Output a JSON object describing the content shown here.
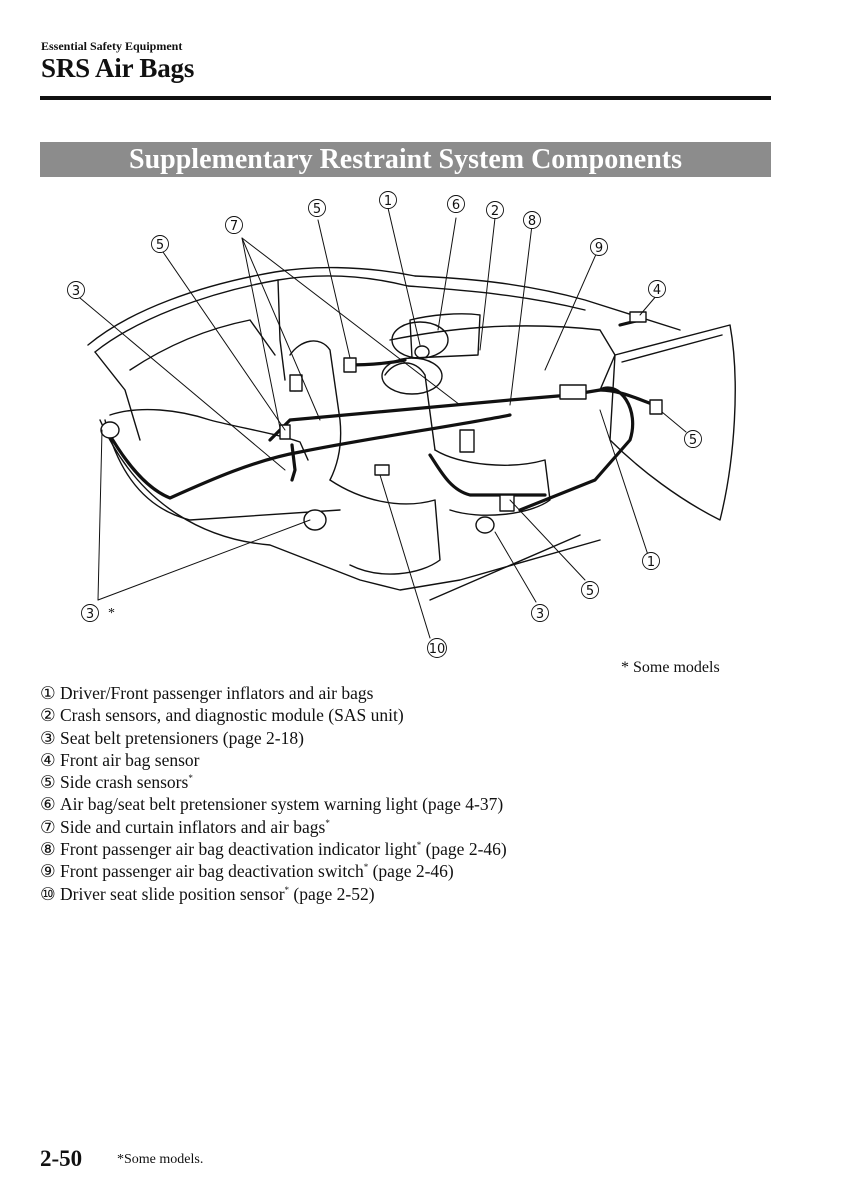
{
  "header": {
    "section": "Essential Safety Equipment",
    "title": "SRS Air Bags"
  },
  "banner": "Supplementary Restraint System Components",
  "diagram": {
    "callouts": [
      "①",
      "②",
      "③",
      "③",
      "③",
      "④",
      "⑤",
      "⑤",
      "⑤",
      "⑤",
      "⑥",
      "⑦",
      "⑧",
      "⑨",
      "⑩"
    ],
    "asterisk": "*"
  },
  "footnote_top": "* Some models",
  "legend": [
    {
      "num": "①",
      "text": "Driver/Front passenger inflators and air bags",
      "asterisk": "",
      "suffix": ""
    },
    {
      "num": "②",
      "text": "Crash sensors, and diagnostic module (SAS unit)",
      "asterisk": "",
      "suffix": ""
    },
    {
      "num": "③",
      "text": "Seat belt pretensioners (page 2-18)",
      "asterisk": "",
      "suffix": ""
    },
    {
      "num": "④",
      "text": "Front air bag sensor",
      "asterisk": "",
      "suffix": ""
    },
    {
      "num": "⑤",
      "text": "Side crash sensors",
      "asterisk": "*",
      "suffix": ""
    },
    {
      "num": "⑥",
      "text": "Air bag/seat belt pretensioner system warning light (page 4-37)",
      "asterisk": "",
      "suffix": ""
    },
    {
      "num": "⑦",
      "text": "Side and curtain inflators and air bags",
      "asterisk": "*",
      "suffix": ""
    },
    {
      "num": "⑧",
      "text": "Front passenger air bag deactivation indicator light",
      "asterisk": "*",
      "suffix": " (page 2-46)"
    },
    {
      "num": "⑨",
      "text": "Front passenger air bag deactivation switch",
      "asterisk": "*",
      "suffix": " (page 2-46)"
    },
    {
      "num": "⑩",
      "text": "Driver seat slide position sensor",
      "asterisk": "*",
      "suffix": " (page 2-52)"
    }
  ],
  "footer": {
    "page_number": "2-50",
    "note": "*Some models."
  }
}
